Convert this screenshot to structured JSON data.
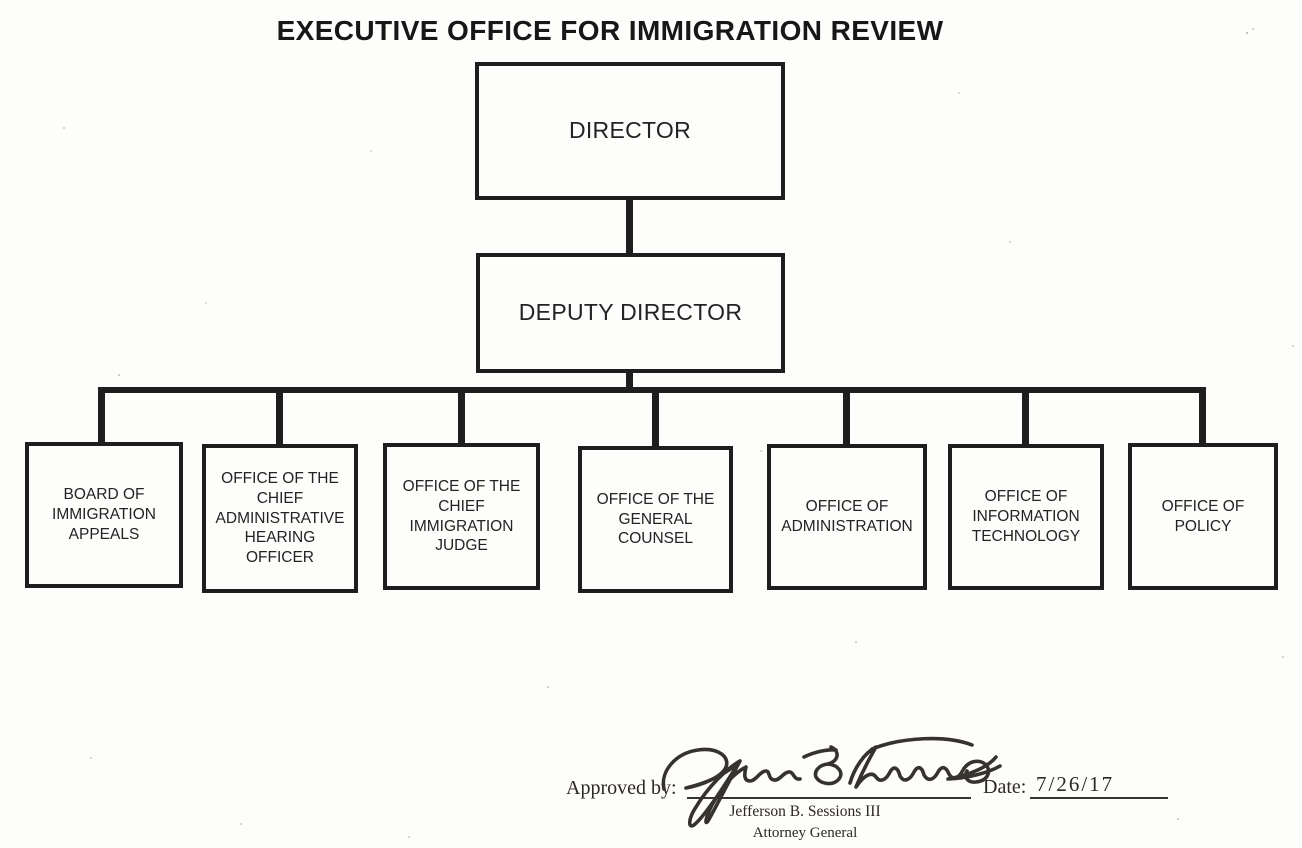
{
  "title": "EXECUTIVE OFFICE FOR IMMIGRATION REVIEW",
  "org_chart": {
    "director": {
      "label": "DIRECTOR"
    },
    "deputy_director": {
      "label": "DEPUTY DIRECTOR"
    },
    "offices": [
      {
        "label": "BOARD OF\nIMMIGRATION\nAPPEALS"
      },
      {
        "label": "OFFICE OF THE\nCHIEF\nADMINISTRATIVE\nHEARING\nOFFICER"
      },
      {
        "label": "OFFICE OF THE\nCHIEF\nIMMIGRATION\nJUDGE"
      },
      {
        "label": "OFFICE OF THE\nGENERAL\nCOUNSEL"
      },
      {
        "label": "OFFICE OF\nADMINISTRATION"
      },
      {
        "label": "OFFICE OF\nINFORMATION\nTECHNOLOGY"
      },
      {
        "label": "OFFICE OF\nPOLICY"
      }
    ]
  },
  "approval": {
    "approved_by_label": "Approved by:",
    "signature": "Jefferson B. Sessions (handwritten signature)",
    "signatory_name": "Jefferson B. Sessions III",
    "signatory_title": "Attorney General",
    "date_label": "Date:",
    "date_value": "7/26/17"
  },
  "colors": {
    "ink": "#1e1e1e",
    "paper": "#fdfdfb",
    "serif_ink": "#2d2823",
    "signature_ink": "#36322d"
  }
}
